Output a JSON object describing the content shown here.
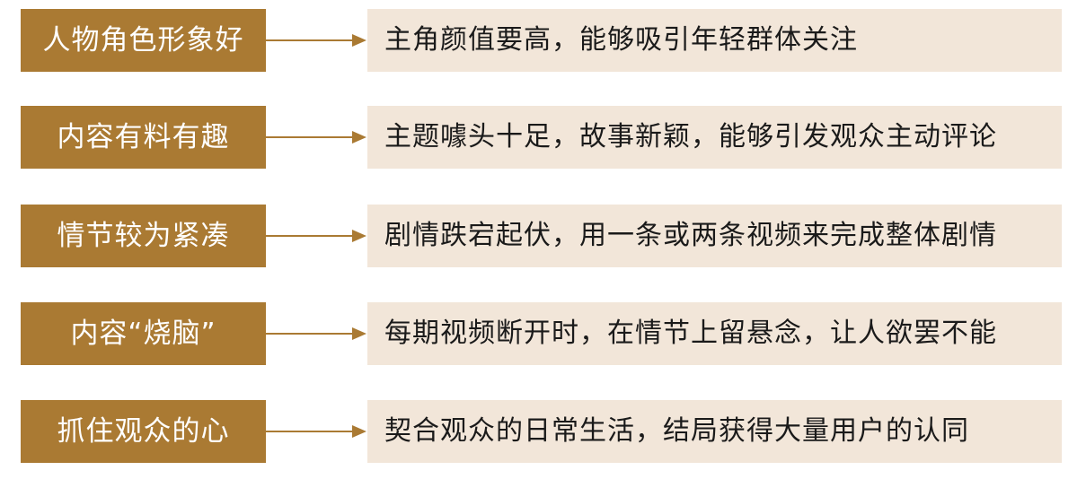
{
  "colors": {
    "label_bg": "#aa7a33",
    "label_text": "#ffffff",
    "desc_bg": "#f2e6d9",
    "desc_text": "#1a1a1a",
    "arrow": "#aa7a33"
  },
  "rows": [
    {
      "label": "人物角色形象好",
      "desc": "主角颜值要高，能够吸引年轻群体关注"
    },
    {
      "label": "内容有料有趣",
      "desc": "主题噱头十足，故事新颖，能够引发观众主动评论"
    },
    {
      "label": "情节较为紧凑",
      "desc": "剧情跌宕起伏，用一条或两条视频来完成整体剧情"
    },
    {
      "label": "内容“烧脑”",
      "desc": "每期视频断开时，在情节上留悬念，让人欲罢不能"
    },
    {
      "label": "抓住观众的心",
      "desc": "契合观众的日常生活，结局获得大量用户的认同"
    }
  ]
}
